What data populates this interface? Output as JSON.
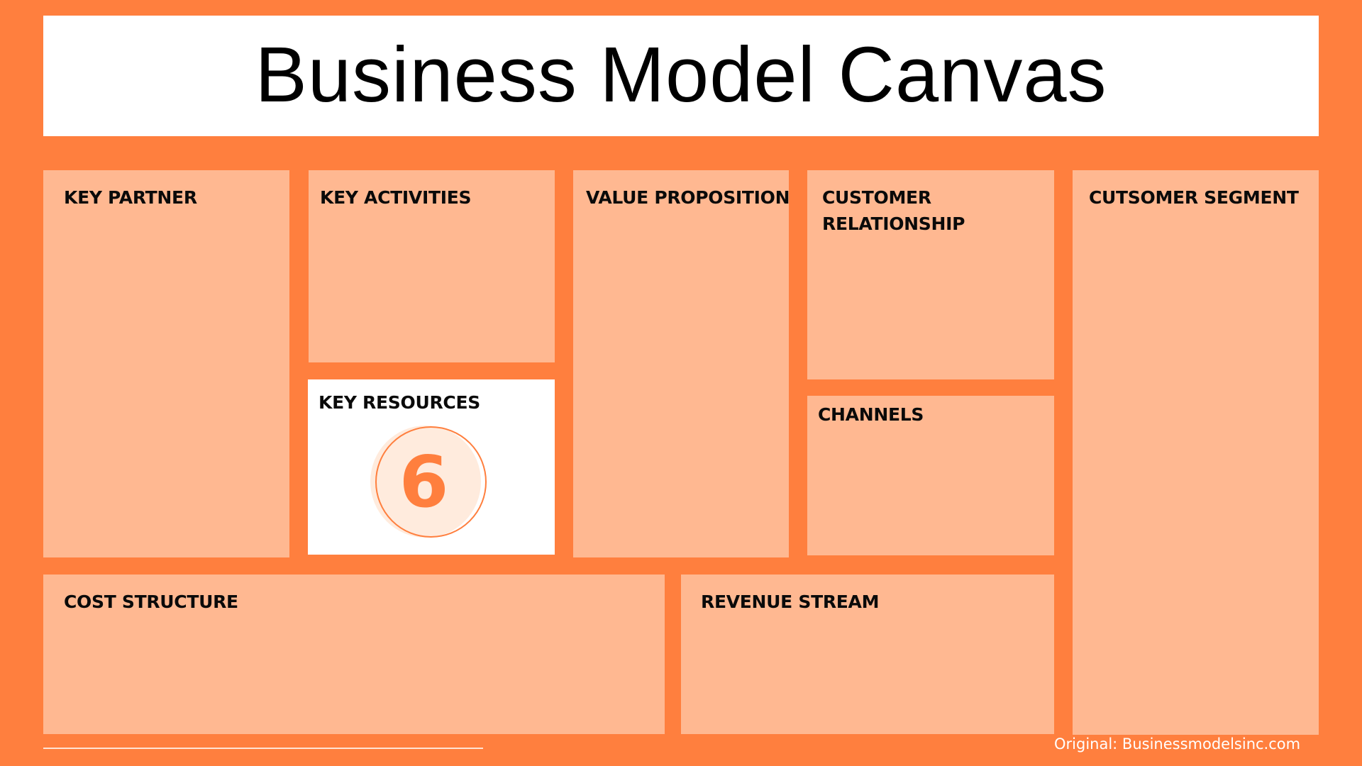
{
  "header": {
    "title": "Business Model Canvas"
  },
  "colors": {
    "background": "#FF7F3E",
    "box": "#FFB891",
    "highlight_box": "#FFFFFF",
    "badge_fill": "#FFEBDD",
    "accent": "#FF7F3E"
  },
  "blocks": {
    "key_partner": {
      "label": "KEY PARTNER"
    },
    "key_activities": {
      "label": "KEY ACTIVITIES"
    },
    "key_resources": {
      "label": "KEY RESOURCES",
      "badge_number": "6"
    },
    "value_proposition": {
      "label": "VALUE PROPOSITION"
    },
    "customer_relationship": {
      "label_line1": "CUSTOMER",
      "label_line2": "RELATIONSHIP"
    },
    "channels": {
      "label": "CHANNELS"
    },
    "customer_segment": {
      "label": "CUTSOMER SEGMENT"
    },
    "cost_structure": {
      "label": "COST STRUCTURE"
    },
    "revenue_stream": {
      "label": "REVENUE STREAM"
    }
  },
  "footer": {
    "credit": "Original: Businessmodelsinc.com"
  }
}
